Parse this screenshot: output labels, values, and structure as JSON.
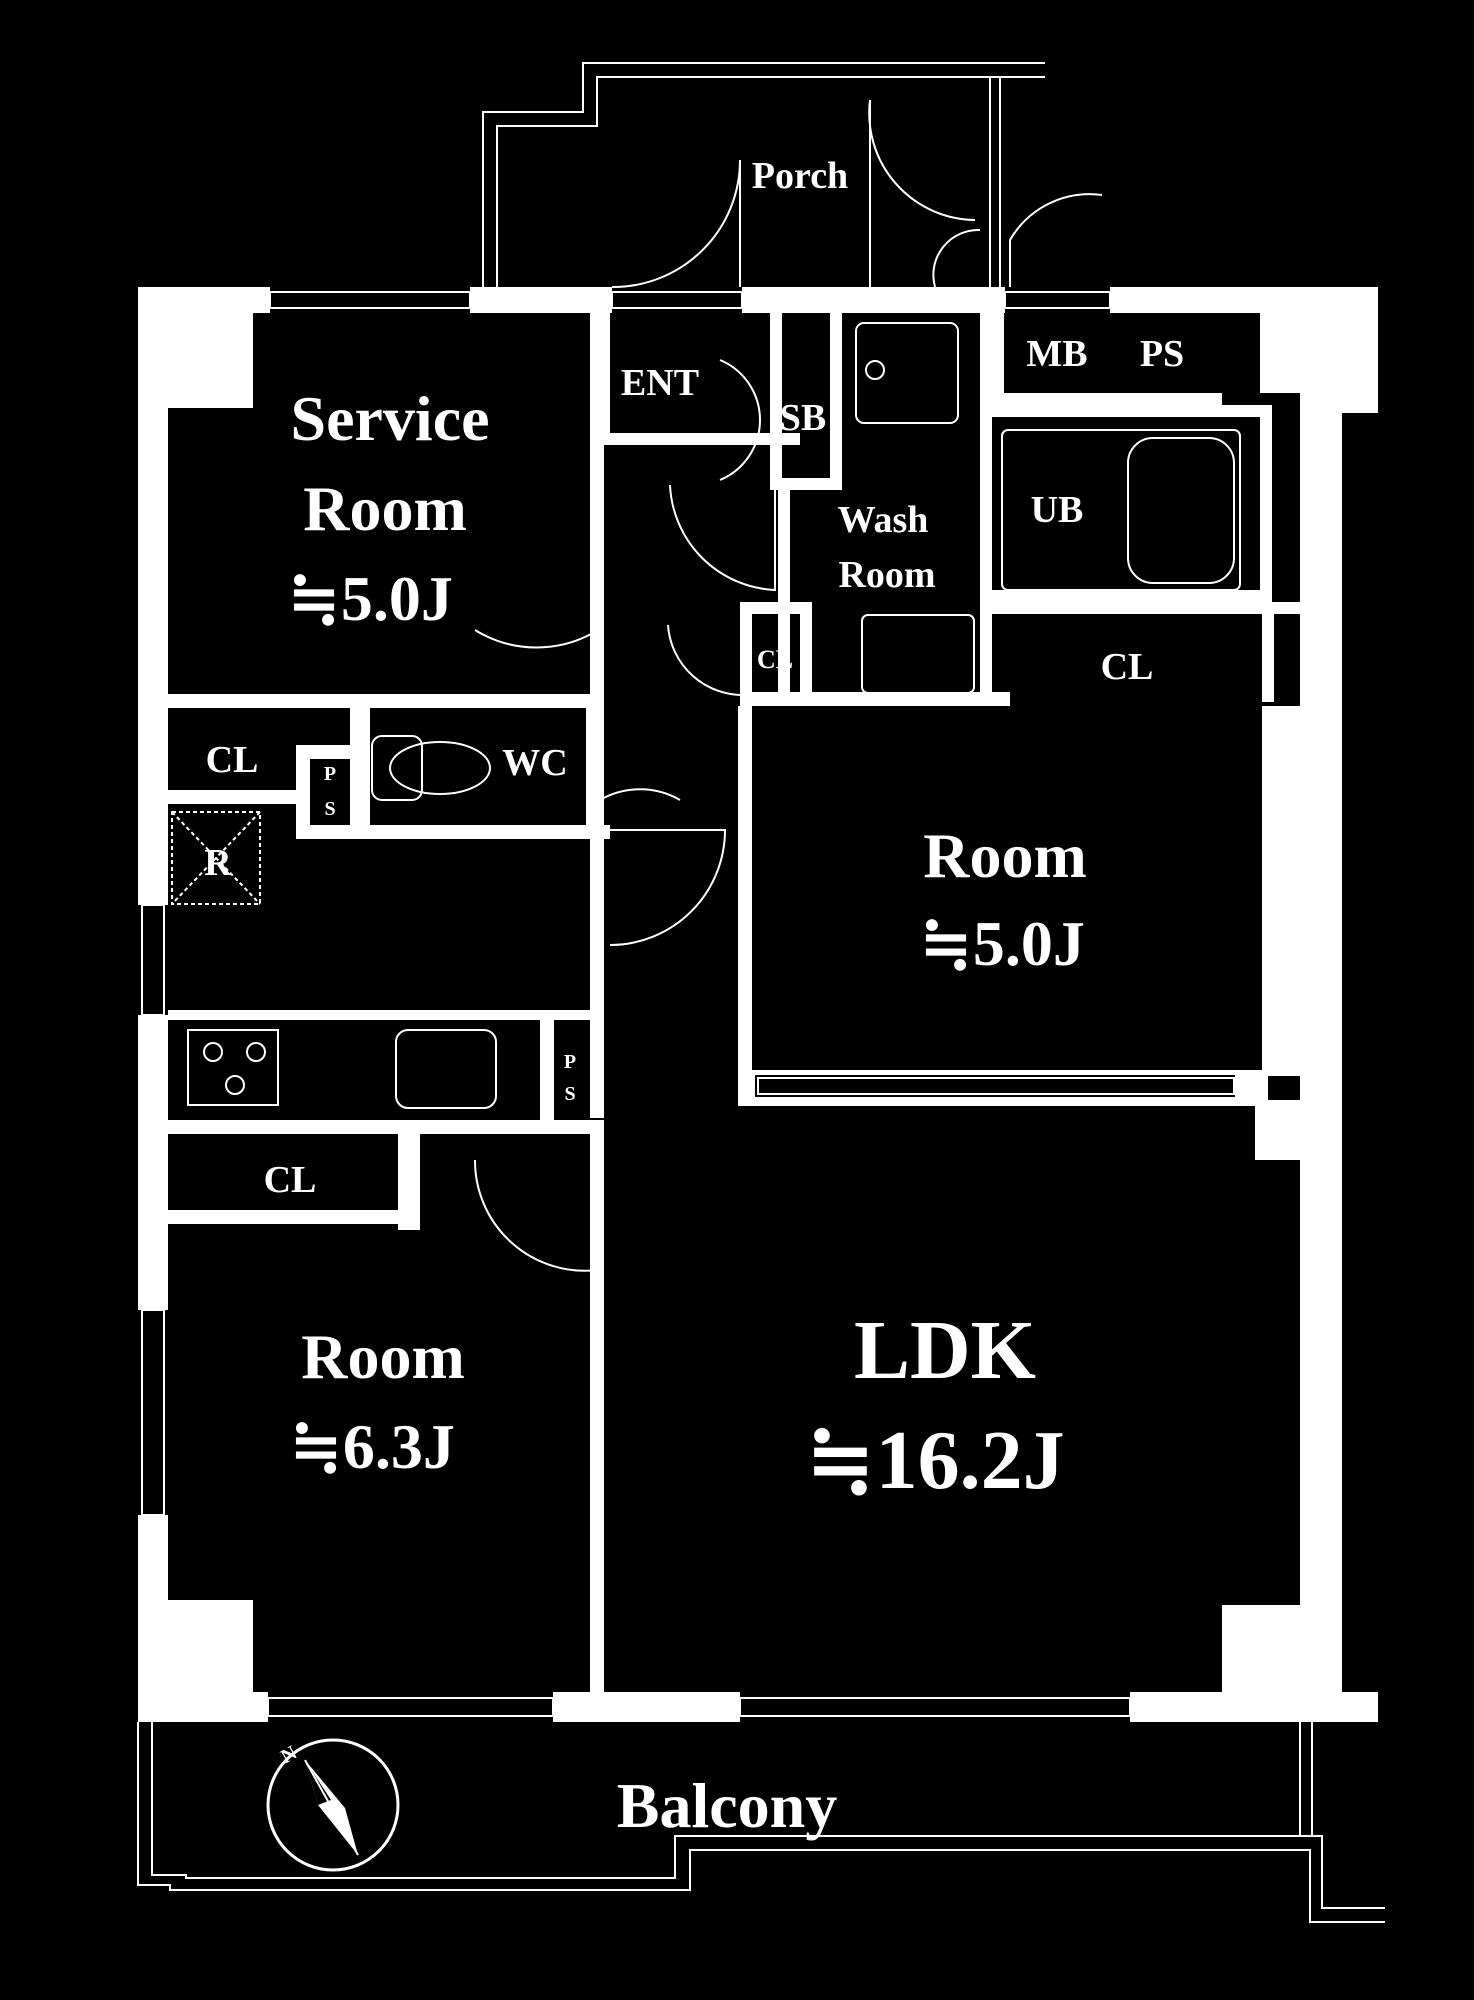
{
  "rooms": {
    "porch": "Porch",
    "ent": "ENT",
    "sb": "SB",
    "mb": "MB",
    "ps_top": "PS",
    "service_room_line1": "Service",
    "service_room_line2": "Room",
    "service_room_size": "≒5.0J",
    "wash_room_line1": "Wash",
    "wash_room_line2": "Room",
    "ub": "UB",
    "cl_small_center": "CL",
    "cl_right": "CL",
    "cl_left_upper": "CL",
    "ps_left_p": "P",
    "ps_left_s": "S",
    "wc": "WC",
    "r": "R",
    "room_right_line1": "Room",
    "room_right_size": "≒5.0J",
    "ps_kitchen_p": "P",
    "ps_kitchen_s": "S",
    "cl_left_lower": "CL",
    "room_left_line1": "Room",
    "room_left_size": "≒6.3J",
    "ldk_line1": "LDK",
    "ldk_size": "≒16.2J",
    "balcony": "Balcony",
    "compass_n": "N"
  }
}
